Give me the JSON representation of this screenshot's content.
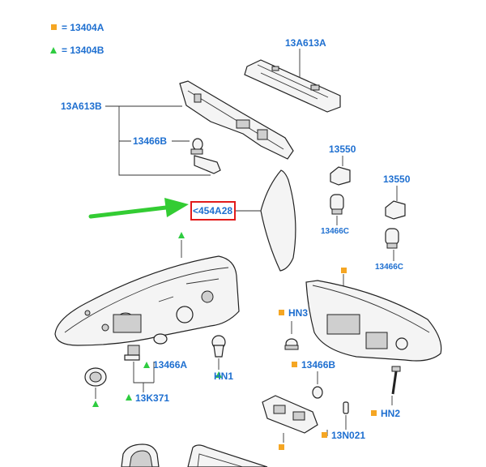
{
  "colors": {
    "label": "#1e6fd0",
    "square_marker": "#f5a623",
    "triangle_marker": "#2ecc40",
    "highlight_box": "#e21b1b",
    "arrow": "#33cc33"
  },
  "legend": [
    {
      "symbol": "square",
      "text": "13404A"
    },
    {
      "symbol": "triangle",
      "text": "13404B"
    }
  ],
  "callouts": {
    "c_13A613A": "13A613A",
    "c_13A613B": "13A613B",
    "c_13466B_top": "13466B",
    "c_13550_a": "13550",
    "c_13550_b": "13550",
    "c_13466C_a": "13466C",
    "c_13466C_b": "13466C",
    "c_454A28": "<454A28",
    "c_13466A": "13466A",
    "c_HN1": "HN1",
    "c_13K371": "13K371",
    "c_HN3": "HN3",
    "c_13466B_low": "13466B",
    "c_HN2": "HN2",
    "c_13N021": "13N021"
  }
}
